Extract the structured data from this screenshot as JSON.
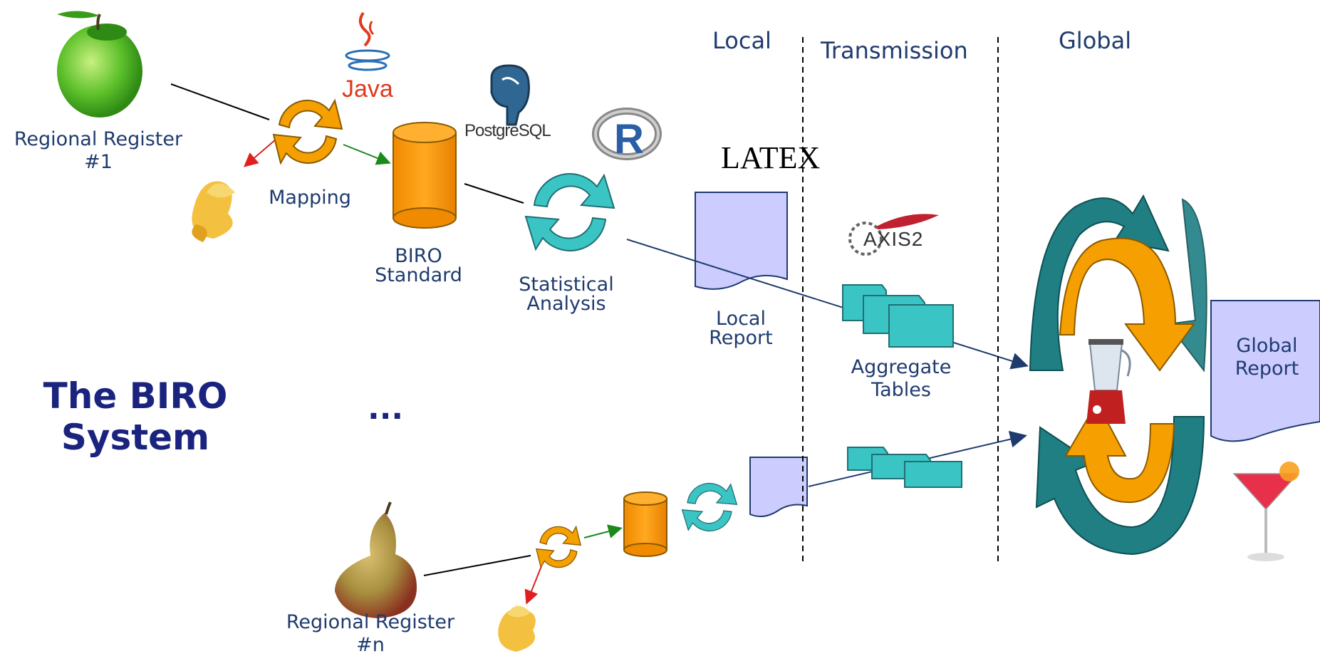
{
  "title": {
    "line1": "The BIRO",
    "line2": "System"
  },
  "zones": {
    "local": "Local",
    "transmission": "Transmission",
    "global": "Global"
  },
  "labels": {
    "register1_line1": "Regional Register",
    "register1_line2": "#1",
    "registern_line1": "Regional Register",
    "registern_line2": "#n",
    "mapping": "Mapping",
    "biro_line1": "BIRO",
    "biro_line2": "Standard",
    "stat_line1": "Statistical",
    "stat_line2": "Analysis",
    "local_report_line1": "Local",
    "local_report_line2": "Report",
    "aggregate_line1": "Aggregate",
    "aggregate_line2": "Tables",
    "global_report_line1": "Global",
    "global_report_line2": "Report",
    "ellipsis": "..."
  },
  "logos": {
    "java": "Java",
    "postgres": "PostgreSQL",
    "r": "R",
    "latex": "LATEX",
    "axis": "AXIS2"
  },
  "icons": [
    "apple-icon",
    "pear-icon",
    "peel-icon",
    "mapping-cycle-icon",
    "database-icon",
    "analysis-cycle-icon",
    "document-icon",
    "tables-icon",
    "global-cycle-icon",
    "blender-icon",
    "cocktail-icon"
  ],
  "colors": {
    "orange": "#f79a00",
    "teal": "#3bc4c4",
    "darkteal": "#1f7f83",
    "lavender": "#ccccff",
    "navy": "#1f3b6e"
  }
}
